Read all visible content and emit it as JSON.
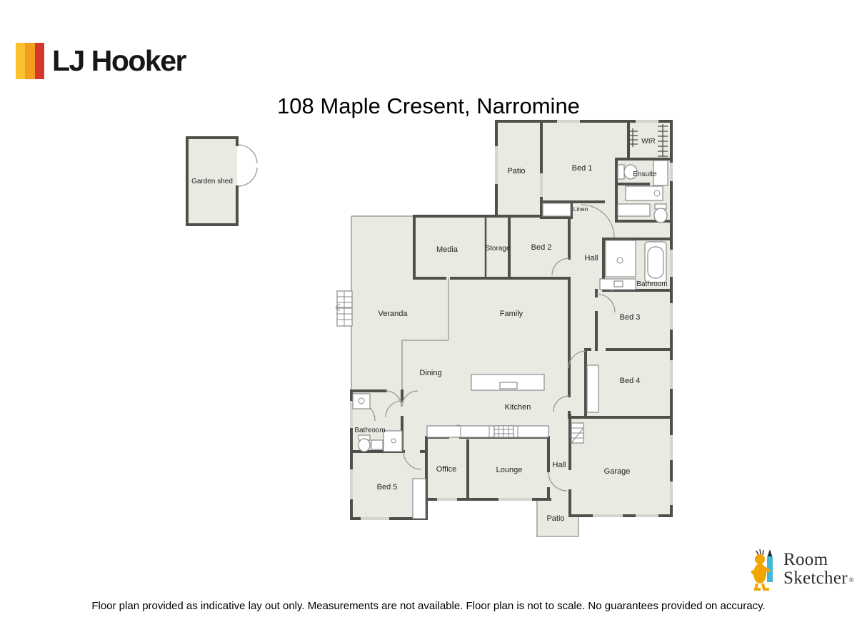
{
  "title": "108 Maple Cresent, Narromine",
  "brand": {
    "name": "LJ Hooker",
    "stripe_colors": [
      "#FBC12E",
      "#F29D1E",
      "#D5372F"
    ]
  },
  "watermark": {
    "line1": "Room",
    "line2": "Sketcher",
    "reg": "®"
  },
  "disclaimer": "Floor plan provided as indicative lay out only. Measurements are not available. Floor plan is not to scale. No guarantees provided on accuracy.",
  "colors": {
    "floor": "#e9eae2",
    "wall": "#4d514a",
    "window": "#d5d5cf",
    "thin_outline": "#b3b3ac",
    "door_arc": "#9a9a96",
    "fixture_stroke": "#8b8b8b",
    "label": "#1f1f1f"
  },
  "rooms": {
    "garden_shed": "Garden shed",
    "patio_top": "Patio",
    "bed1": "Bed 1",
    "wir": "WIR",
    "ensuite": "Ensuite",
    "linen": "Linen",
    "media": "Media",
    "storage": "Storage",
    "bed2": "Bed 2",
    "hall_upper": "Hall",
    "bathroom_upper": "Bathroom",
    "veranda": "Veranda",
    "family": "Family",
    "bed3": "Bed 3",
    "dining": "Dining",
    "kitchen": "Kitchen",
    "bed4": "Bed 4",
    "bathroom_lower": "Bathroom",
    "bed5": "Bed 5",
    "office": "Office",
    "lounge": "Lounge",
    "hall_lower": "Hall",
    "garage": "Garage",
    "patio_bottom": "Patio"
  }
}
